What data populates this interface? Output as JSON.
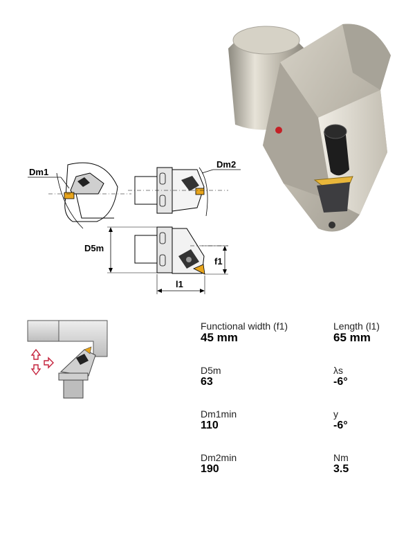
{
  "drawing": {
    "labels": {
      "dm1": "Dm1",
      "dm2": "Dm2",
      "d5m": "D5m",
      "f1": "f1",
      "l1": "l1"
    }
  },
  "specs": [
    {
      "label": "Functional width (f1)",
      "value": "45 mm"
    },
    {
      "label": "Length (l1)",
      "value": "65 mm"
    },
    {
      "label": "D5m",
      "value": "63"
    },
    {
      "label": "λs",
      "value": "-6°"
    },
    {
      "label": "Dm1min",
      "value": "110"
    },
    {
      "label": "y",
      "value": "-6°"
    },
    {
      "label": "Dm2min",
      "value": "190"
    },
    {
      "label": "Nm",
      "value": "3.5"
    }
  ],
  "colors": {
    "insert": "#e8a51c",
    "steel": "#c8c3b6",
    "arrows": "#c4203a",
    "outline": "#000000"
  }
}
